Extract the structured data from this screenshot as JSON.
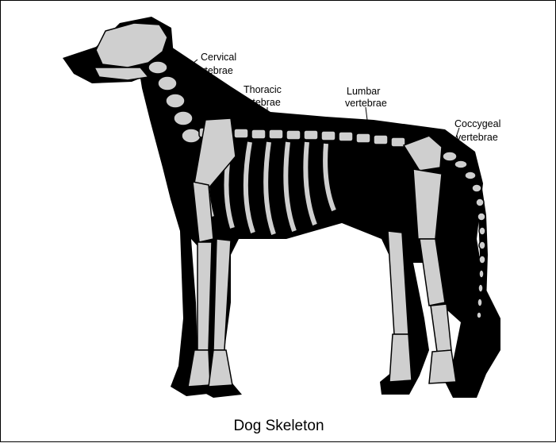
{
  "figure": {
    "caption": "Dog Skeleton",
    "labels": {
      "cervical": [
        "Cervical",
        "vertebrae"
      ],
      "thoracic": [
        "Thoracic",
        "vertebrae"
      ],
      "lumbar": [
        "Lumbar",
        "vertebrae"
      ],
      "coccygeal": [
        "Coccygeal",
        "vertebrae"
      ]
    }
  },
  "colors": {
    "silhouette": "#000000",
    "bone": "#cfcfcf",
    "background": "#ffffff"
  }
}
